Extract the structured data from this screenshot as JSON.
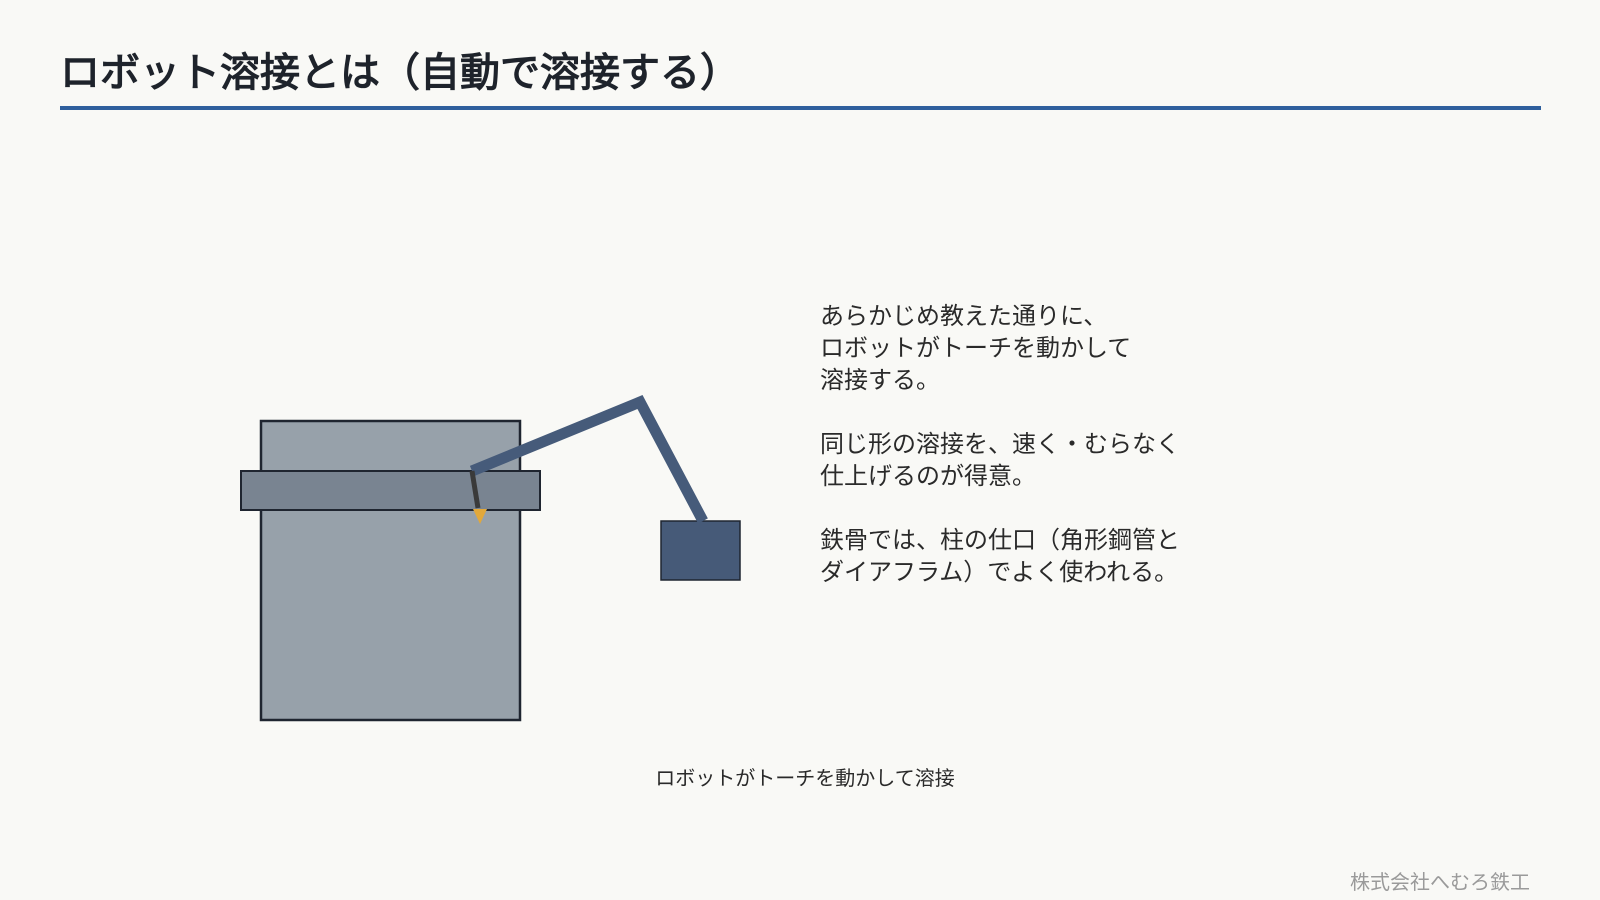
{
  "slide": {
    "title": "ロボット溶接とは（自動で溶接する）",
    "body": [
      [
        "あらかじめ教えた通りに、",
        "ロボットがトーチを動かして",
        "溶接する。"
      ],
      [
        "同じ形の溶接を、速く・むらなく",
        "仕上げるのが得意。"
      ],
      [
        "鉄骨では、柱の仕口（角形鋼管と",
        "ダイアフラム）でよく使われる。"
      ]
    ],
    "caption": "ロボットがトーチを動かして溶接",
    "footer": "株式会社へむろ鉄工"
  },
  "colors": {
    "background": "#f9f9f6",
    "accent_rule": "#2f5f9d",
    "column": "#97a1aa",
    "diaphragm": "#798491",
    "robot_arm": "#465b7a",
    "robot_base": "#465a78",
    "torch": "#3a3a3a",
    "spark": "#e2a83a",
    "outline": "#1f2530"
  }
}
